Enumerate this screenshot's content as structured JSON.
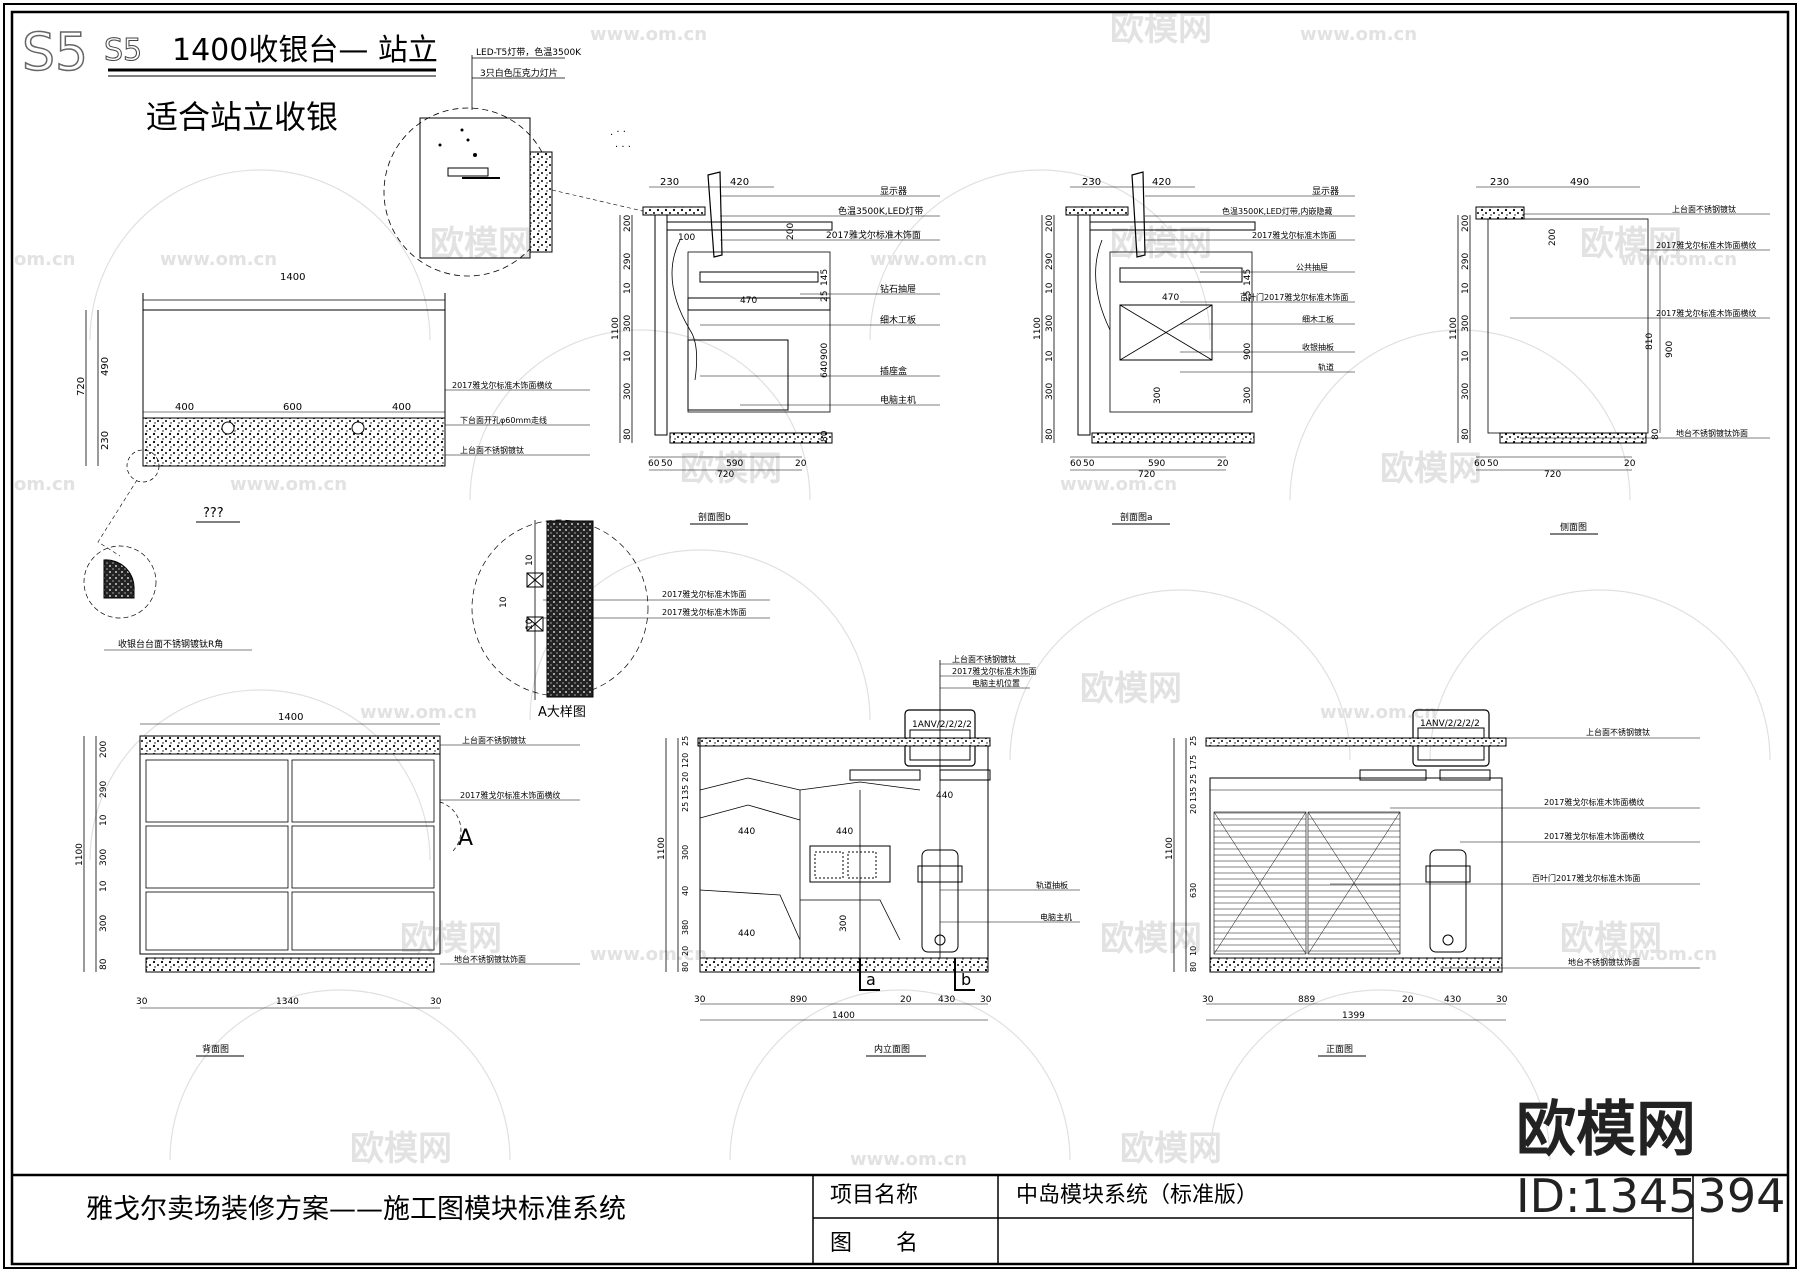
{
  "sheet": {
    "code_big": "S5",
    "code_small": "S5",
    "title": "1400收银台— 站立",
    "subtitle": "适合站立收银"
  },
  "callout_top": {
    "lines": [
      "LED-T5灯带，色温3500K",
      "3只白色压克力灯片"
    ]
  },
  "plan": {
    "dims": {
      "width": "1400",
      "h1": "490",
      "h2": "230",
      "overall": "720",
      "s1": "400",
      "s2": "600",
      "s3": "400"
    },
    "notes": [
      "2017雅戈尔标准木饰面横纹",
      "下台面开孔φ60mm走线",
      "上台面不锈钢镀钛"
    ],
    "label": "???",
    "corner_note": "收银台台面不锈钢镀钛R角"
  },
  "detail_a": {
    "dims": [
      "10",
      "10",
      "10"
    ],
    "notes": [
      "2017雅戈尔标准木饰面",
      "2017雅戈尔标准木饰面"
    ],
    "label": "A大样图"
  },
  "section_b": {
    "label": "剖面图b",
    "top_dims": [
      "230",
      "420"
    ],
    "left_dims": [
      "200",
      "290",
      "10",
      "300",
      "10",
      "300",
      "80"
    ],
    "total": "1100",
    "inner": {
      "a": "100",
      "b": "470",
      "c": "200",
      "d": "145",
      "e": "25",
      "f": "900",
      "g": "640",
      "h": "80"
    },
    "bottom_dims": [
      "60",
      "50",
      "590",
      "20"
    ],
    "bottom_total": "720",
    "notes": [
      "显示器",
      "色温3500K,LED灯带",
      "2017雅戈尔标准木饰面",
      "钻石抽屉",
      "细木工板",
      "插座盒",
      "电脑主机"
    ]
  },
  "section_a": {
    "label": "剖面图a",
    "top_dims": [
      "230",
      "420"
    ],
    "left_dims": [
      "200",
      "290",
      "10",
      "300",
      "10",
      "300",
      "80"
    ],
    "total": "1100",
    "inner": {
      "a": "470",
      "b": "145",
      "c": "25",
      "d": "900",
      "e": "300",
      "f": "300"
    },
    "bottom_dims": [
      "60",
      "50",
      "590",
      "20"
    ],
    "bottom_total": "720",
    "notes": [
      "显示器",
      "色温3500K,LED灯带,内嵌隐藏",
      "2017雅戈尔标准木饰面",
      "公共抽屉",
      "百叶门2017雅戈尔标准木饰面",
      "细木工板",
      "收银抽板",
      "轨道"
    ]
  },
  "side_view": {
    "label": "侧面图",
    "top_dims": [
      "230",
      "490"
    ],
    "left_dims": [
      "200",
      "290",
      "10",
      "300",
      "10",
      "300",
      "80"
    ],
    "total": "1100",
    "inner": {
      "a": "200",
      "b": "810",
      "c": "900",
      "d": "80"
    },
    "bottom_dims": [
      "60",
      "50",
      "20"
    ],
    "bottom_total": "720",
    "notes": [
      "上台面不锈钢镀钛",
      "2017雅戈尔标准木饰面横纹",
      "2017雅戈尔标准木饰面横纹",
      "地台不锈钢镀钛饰面"
    ]
  },
  "back_view": {
    "label": "背面图",
    "top_dim": "1400",
    "left_dims": [
      "200",
      "290",
      "10",
      "300",
      "10",
      "300",
      "80"
    ],
    "total": "1100",
    "bottom_dims": [
      "30",
      "1340",
      "30"
    ],
    "marker": "A",
    "notes": [
      "上台面不锈钢镀钛",
      "2017雅戈尔标准木饰面横纹",
      "地台不锈钢镀钛饰面"
    ]
  },
  "inner_view": {
    "label": "内立面图",
    "left_dims": [
      "25",
      "120",
      "20",
      "135",
      "25",
      "300",
      "40",
      "380",
      "20",
      "80"
    ],
    "total": "1100",
    "inner": {
      "a": "440",
      "b": "440",
      "c": "440",
      "d": "440",
      "e": "300"
    },
    "bottom_dims": [
      "30",
      "890",
      "20",
      "430",
      "30"
    ],
    "bottom_total": "1400",
    "monitor_text": "1ANV/2/2/2/2",
    "section_marks": [
      "a",
      "b"
    ],
    "notes": [
      "上台面不锈钢镀钛",
      "2017雅戈尔标准木饰面",
      "电脑主机位置",
      "轨道抽板",
      "电脑主机"
    ]
  },
  "front_view": {
    "label": "正面图",
    "left_dims": [
      "25",
      "175",
      "25",
      "135",
      "20",
      "630",
      "10",
      "80"
    ],
    "total": "1100",
    "bottom_dims": [
      "30",
      "889",
      "20",
      "430",
      "30"
    ],
    "bottom_total": "1399",
    "monitor_text": "1ANV/2/2/2/2",
    "notes": [
      "上台面不锈钢镀钛",
      "2017雅戈尔标准木饰面横纹",
      "2017雅戈尔标准木饰面横纹",
      "百叶门2017雅戈尔标准木饰面",
      "地台不锈钢镀钛饰面"
    ]
  },
  "watermarks": {
    "brand": "欧模网",
    "url": "www.om.cn",
    "url_short": "om.cn"
  },
  "title_block": {
    "company": "雅戈尔卖场装修方案——施工图模块标准系统",
    "project_label": "项目名称",
    "project_value": "中岛模块系统（标准版）",
    "drawing_label": "图　　名",
    "drawing_value": "",
    "brand_big": "欧模网",
    "id_text": "ID:1345394"
  }
}
